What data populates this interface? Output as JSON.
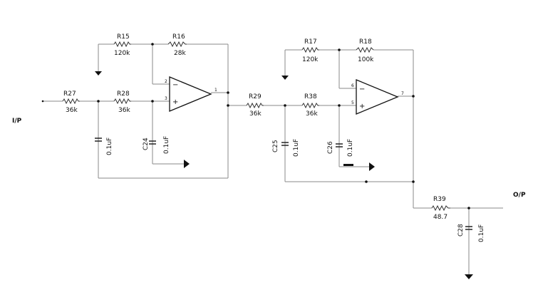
{
  "io": {
    "input": "I/P",
    "output": "O/P"
  },
  "resistors": {
    "r15": {
      "ref": "R15",
      "value": "120k"
    },
    "r16": {
      "ref": "R16",
      "value": "28k"
    },
    "r27": {
      "ref": "R27",
      "value": "36k"
    },
    "r28": {
      "ref": "R28",
      "value": "36k"
    },
    "r29": {
      "ref": "R29",
      "value": "36k"
    },
    "r17": {
      "ref": "R17",
      "value": "120k"
    },
    "r18": {
      "ref": "R18",
      "value": "100k"
    },
    "r38": {
      "ref": "R38",
      "value": "36k"
    },
    "r39": {
      "ref": "R39",
      "value": "48.7"
    }
  },
  "capacitors": {
    "c1": {
      "ref": "",
      "value": "0.1uF"
    },
    "c24": {
      "ref": "C24",
      "value": "0.1uF"
    },
    "c25": {
      "ref": "C25",
      "value": "0.1uF"
    },
    "c26": {
      "ref": "C26",
      "value": "0.1uF"
    },
    "c28": {
      "ref": "C28",
      "value": "0.1uF"
    }
  },
  "opamps": {
    "u1": {
      "inv_pin": "2",
      "noninv_pin": "3",
      "out_pin": "1",
      "minus": "−",
      "plus": "+"
    },
    "u2": {
      "inv_pin": "6",
      "noninv_pin": "5",
      "out_pin": "7",
      "minus": "−",
      "plus": "+"
    }
  }
}
